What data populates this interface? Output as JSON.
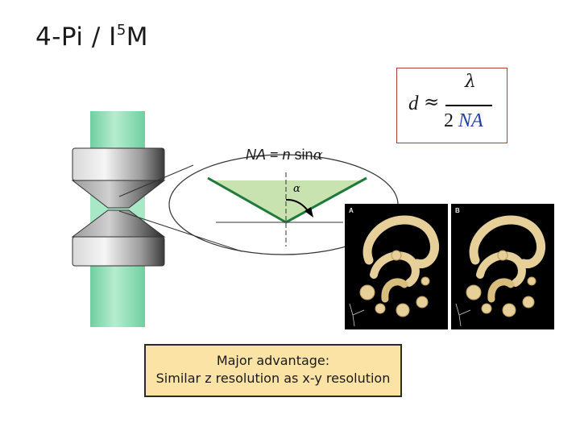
{
  "title": {
    "main": "4-Pi / I",
    "superscript": "5",
    "suffix": "M"
  },
  "formula": {
    "lhs": "d",
    "approx": "≈",
    "numerator": "λ",
    "denominator_num": "2",
    "denominator_var": "NA"
  },
  "na_label": {
    "na": "NA",
    "equals": " = ",
    "n": "n",
    "sin": " sin",
    "alpha": "α"
  },
  "angle_label": "α",
  "micrographs": [
    {
      "panel": "A"
    },
    {
      "panel": "B"
    }
  ],
  "advantage": {
    "line1": "Major advantage:",
    "line2": "Similar z resolution as x-y resolution"
  },
  "colors": {
    "beam": "#8fdcb6",
    "cone_fill": "#c9e3b0",
    "cone_edge": "#1e7a3a",
    "formula_border": "#b23a3a",
    "na_text": "#1f3fa8",
    "advantage_bg": "#fbe3a6",
    "structure": "#e6cf98"
  }
}
